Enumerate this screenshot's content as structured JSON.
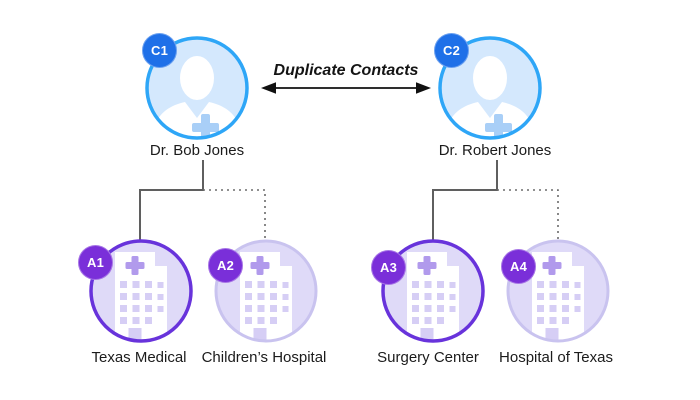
{
  "diagram": {
    "title": "Duplicate Contacts",
    "contacts": [
      {
        "badge": "C1",
        "name": "Dr. Bob Jones"
      },
      {
        "badge": "C2",
        "name": "Dr. Robert Jones"
      }
    ],
    "accounts": [
      {
        "badge": "A1",
        "name": "Texas Medical",
        "link_style": "solid"
      },
      {
        "badge": "A2",
        "name": "Children’s Hospital",
        "link_style": "dotted"
      },
      {
        "badge": "A3",
        "name": "Surgery Center",
        "link_style": "solid"
      },
      {
        "badge": "A4",
        "name": "Hospital of Texas",
        "link_style": "dotted"
      }
    ],
    "colors": {
      "contact_badge": "#1F70E8",
      "contact_ring": "#2EA6F7",
      "contact_fill": "#D4E8FD",
      "contact_plus": "#A9CFF7",
      "account_badge": "#7A2FD9",
      "account_ring_strong": "#6833DB",
      "account_ring_light": "#C9C3EF",
      "account_fill": "#DFDAF8",
      "building_accent": "#B19AEC",
      "building_window": "#D6CEF5",
      "connector": "#5F5F5F",
      "arrow": "#111111"
    }
  }
}
